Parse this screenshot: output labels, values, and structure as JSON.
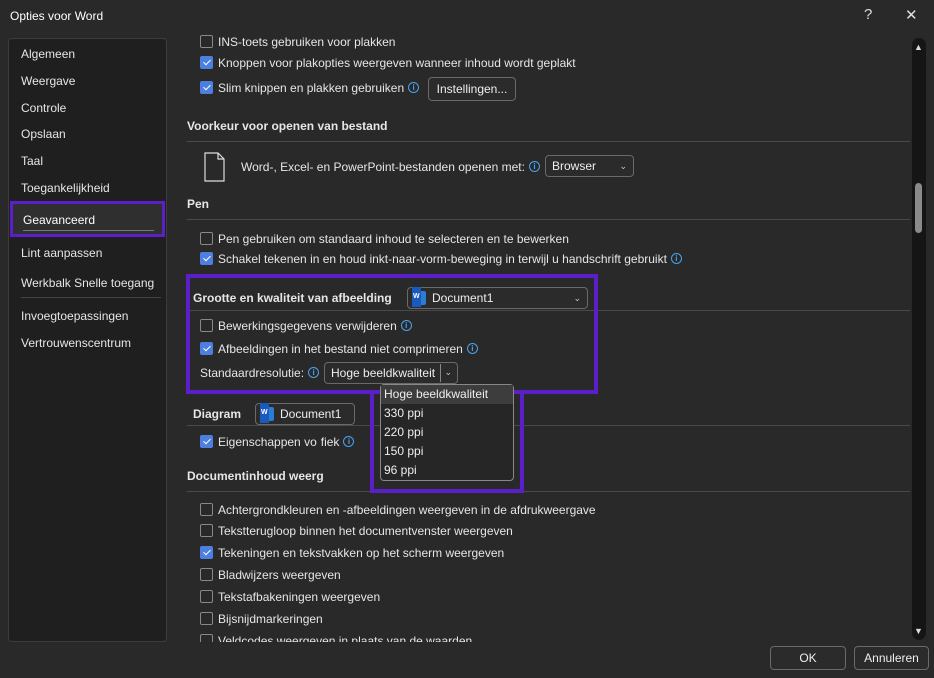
{
  "window": {
    "title": "Opties voor Word",
    "help": "?",
    "close": "✕"
  },
  "sidebar": {
    "items": [
      "Algemeen",
      "Weergave",
      "Controle",
      "Opslaan",
      "Taal",
      "Toegankelijkheid",
      "Geavanceerd",
      "Lint aanpassen",
      "Werkbalk Snelle toegang",
      "Invoegtoepassingen",
      "Vertrouwenscentrum"
    ],
    "selected": "Geavanceerd"
  },
  "paste": {
    "ins": "INS-toets gebruiken voor plakken",
    "ins_checked": false,
    "knoppen": "Knoppen voor plakopties weergeven wanneer inhoud wordt geplakt",
    "knoppen_checked": true,
    "slim": "Slim knippen en plakken gebruiken",
    "slim_checked": true,
    "settings_button": "Instellingen..."
  },
  "open_pref": {
    "heading": "Voorkeur voor openen van bestand",
    "label": "Word-, Excel- en PowerPoint-bestanden openen met:",
    "value": "Browser"
  },
  "pen": {
    "heading": "Pen",
    "row1": "Pen gebruiken om standaard inhoud te selecteren en te bewerken",
    "row1_checked": false,
    "row2": "Schakel tekenen in en houd inkt-naar-vorm-beweging in terwijl u handschrift gebruikt",
    "row2_checked": true
  },
  "image": {
    "heading": "Grootte en kwaliteit van afbeelding",
    "document": "Document1",
    "row1": "Bewerkingsgegevens verwijderen",
    "row1_checked": false,
    "row2": "Afbeeldingen in het bestand niet comprimeren",
    "row2_checked": true,
    "resolution_label": "Standaardresolutie:",
    "resolution_value": "Hoge beeldkwaliteit",
    "options": [
      "Hoge beeldkwaliteit",
      "330 ppi",
      "220 ppi",
      "150 ppi",
      "96 ppi"
    ]
  },
  "diagram": {
    "heading": "Diagram",
    "document": "Document1",
    "row1_a": "Eigenschappen vo",
    "row1_b": "fiek",
    "row1_checked": true
  },
  "docinhoud": {
    "heading": "Documentinhoud weerg",
    "rows": [
      {
        "label": "Achtergrondkleuren en -afbeeldingen weergeven in de afdrukweergave",
        "checked": false
      },
      {
        "label": "Tekstterugloop binnen het documentvenster weergeven",
        "checked": false
      },
      {
        "label": "Tekeningen en tekstvakken op het scherm weergeven",
        "checked": true
      },
      {
        "label": "Bladwijzers weergeven",
        "checked": false
      },
      {
        "label": "Tekstafbakeningen weergeven",
        "checked": false
      },
      {
        "label": "Bijsnijdmarkeringen",
        "checked": false
      },
      {
        "label": "Veldcodes weergeven in plaats van de waarden",
        "checked": false
      }
    ]
  },
  "footer": {
    "ok": "OK",
    "cancel": "Annuleren"
  },
  "colors": {
    "highlight": "#5b1fc9",
    "checkbox": "#4c7fe0",
    "info": "#4aa3f0"
  }
}
